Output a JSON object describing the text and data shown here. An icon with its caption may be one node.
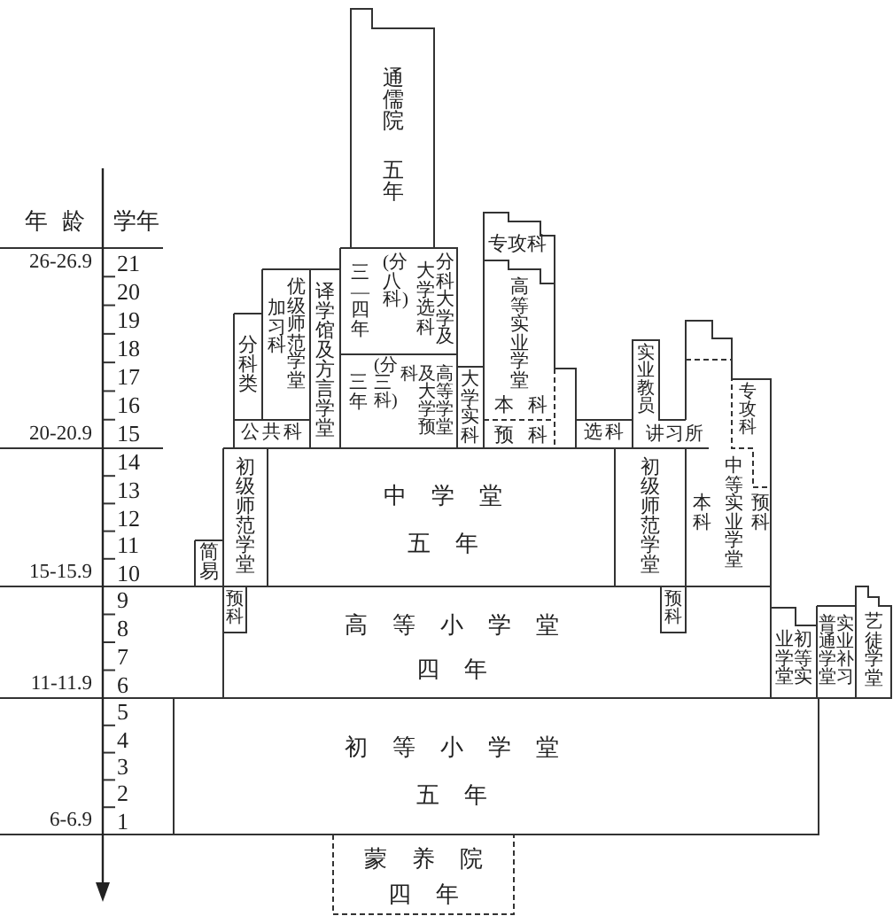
{
  "diagram": {
    "nodes": [
      {
        "text": [
          "通儒院",
          "五年"
        ]
      },
      {
        "text": [
          "专攻科"
        ]
      },
      {
        "text": [
          "三—四年",
          "(分八科)",
          "大学选科",
          "分科大学及"
        ]
      },
      {
        "text": [
          "加习科",
          "优级师范学堂"
        ]
      },
      {
        "text": [
          "译学馆及方言学堂"
        ]
      },
      {
        "text": [
          "高等实业学堂",
          "本科",
          "预科"
        ]
      },
      {
        "text": [
          "分科类"
        ]
      },
      {
        "text": [
          "专攻科",
          "本科",
          "中等实业学堂",
          "预科"
        ]
      },
      {
        "text": [
          "实业教员",
          "讲习所"
        ]
      },
      {
        "text": [
          "三年",
          "(分三科)",
          "科",
          "及大学预",
          "高等学堂"
        ]
      },
      {
        "text": [
          "大学实科"
        ]
      },
      {
        "text": [
          "公共科"
        ]
      },
      {
        "text": [
          "选科"
        ]
      },
      {
        "text": [
          "初级师范学堂"
        ]
      },
      {
        "text": [
          "中学堂",
          "五年"
        ]
      },
      {
        "text": [
          "初级师范学堂"
        ]
      },
      {
        "text": [
          "简易"
        ]
      },
      {
        "text": [
          "高等小学堂",
          "四年"
        ]
      },
      {
        "text": [
          "预科"
        ],
        "in": 17
      },
      {
        "text": [
          "预科"
        ],
        "in": 17
      },
      {
        "text": [
          "艺徒学堂"
        ]
      },
      {
        "text": [
          "普通学堂",
          "实业补习"
        ]
      },
      {
        "text": [
          "业学堂",
          "初等实"
        ]
      },
      {
        "text": [
          "初等小学堂",
          "五年"
        ]
      },
      {
        "text": [
          "蒙养院",
          "四年"
        ]
      }
    ],
    "labels": [
      "年龄",
      "学年",
      "26-26.9",
      "21",
      "20",
      "19",
      "18",
      "17",
      "16",
      "20-20.9",
      "15",
      "14",
      "13",
      "12",
      "11",
      "15-15.9",
      "10",
      "9",
      "8",
      "7",
      "11-11.9",
      "6",
      "5",
      "4",
      "3",
      "2",
      "6-6.9",
      "1"
    ]
  }
}
